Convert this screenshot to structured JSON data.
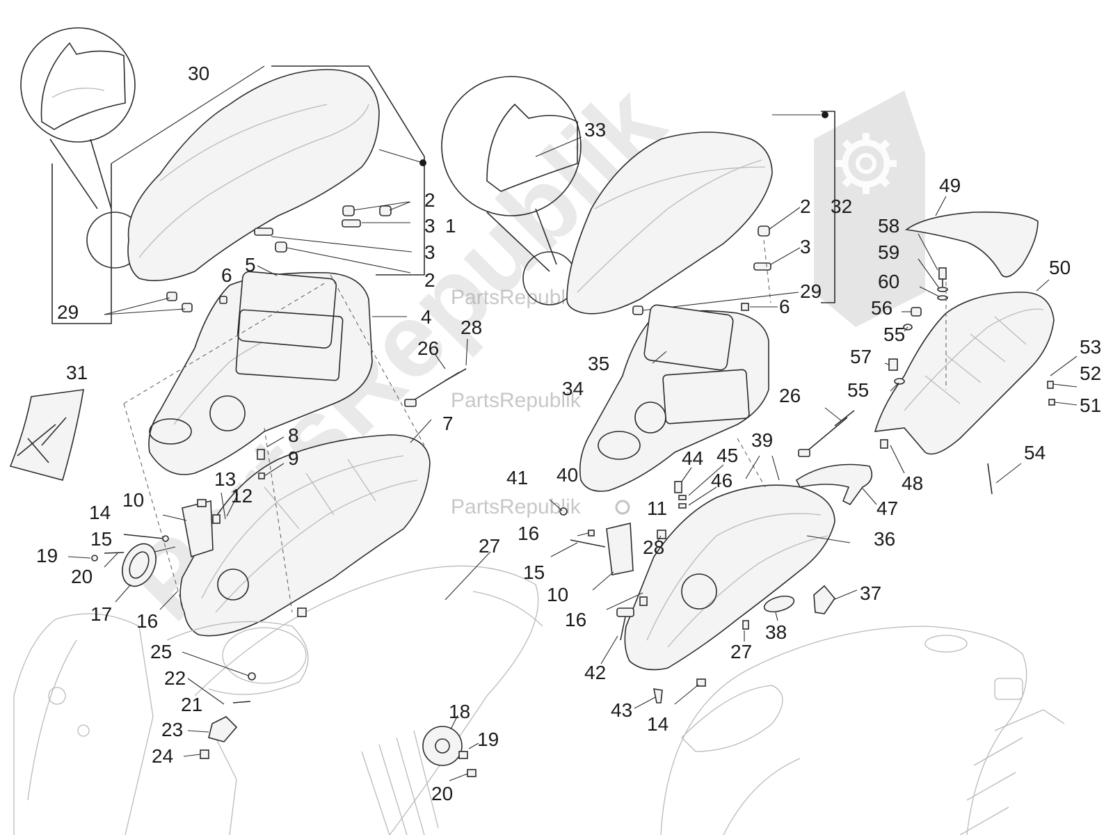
{
  "watermark": {
    "brand_text": "PartsRepublik",
    "big_text": "PartsRepublik",
    "color": "#b0b0b0"
  },
  "callouts": {
    "n1": "1",
    "n2": "2",
    "n3": "3",
    "n4": "4",
    "n5": "5",
    "n6": "6",
    "n7": "7",
    "n8": "8",
    "n9": "9",
    "n10": "10",
    "n11": "11",
    "n12": "12",
    "n13": "13",
    "n14": "14",
    "n15": "15",
    "n16": "16",
    "n17": "17",
    "n18": "18",
    "n19": "19",
    "n20": "20",
    "n21": "21",
    "n22": "22",
    "n23": "23",
    "n24": "24",
    "n25": "25",
    "n26": "26",
    "n27": "27",
    "n28": "28",
    "n29": "29",
    "n30": "30",
    "n31": "31",
    "n32": "32",
    "n33": "33",
    "n34": "34",
    "n35": "35",
    "n36": "36",
    "n37": "37",
    "n38": "38",
    "n39": "39",
    "n40": "40",
    "n41": "41",
    "n42": "42",
    "n43": "43",
    "n44": "44",
    "n45": "45",
    "n46": "46",
    "n47": "47",
    "n48": "48",
    "n49": "49",
    "n50": "50",
    "n51": "51",
    "n52": "52",
    "n53": "53",
    "n54": "54",
    "n55": "55",
    "n56": "56",
    "n57": "57",
    "n58": "58",
    "n59": "59",
    "n60": "60"
  }
}
